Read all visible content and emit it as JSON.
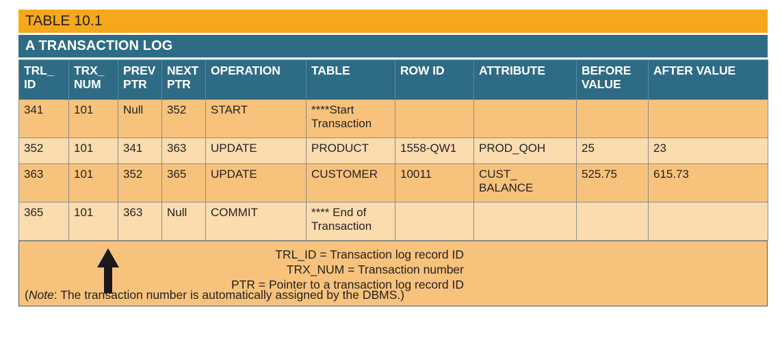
{
  "figure": {
    "table_number": "TABLE 10.1",
    "caption": "A TRANSACTION LOG",
    "colors": {
      "title_gold": "#F5A81C",
      "caption_teal": "#2E6B85",
      "header_teal": "#2E6B85",
      "row_dark": "#F7C37C",
      "row_light": "#FBDCAF",
      "text": "#231F20",
      "border": "#8a8a8a"
    }
  },
  "table": {
    "headers": [
      "TRL_\nID",
      "TRX_\nNUM",
      "PREV\nPTR",
      "NEXT\nPTR",
      "OPERATION",
      "TABLE",
      "ROW ID",
      "ATTRIBUTE",
      "BEFORE\nVALUE",
      "AFTER\nVALUE"
    ],
    "headers_flat": [
      "TRL_ ID",
      "TRX_ NUM",
      "PREV PTR",
      "NEXT PTR",
      "OPERATION",
      "TABLE",
      "ROW ID",
      "ATTRIBUTE",
      "BEFORE VALUE",
      "AFTER VALUE"
    ],
    "rows": [
      {
        "trl_id": "341",
        "trx_num": "101",
        "prev_ptr": "Null",
        "next_ptr": "352",
        "operation": "START",
        "table": "****Start Transaction",
        "row_id": "",
        "attribute": "",
        "before_value": "",
        "after_value": ""
      },
      {
        "trl_id": "352",
        "trx_num": "101",
        "prev_ptr": "341",
        "next_ptr": "363",
        "operation": "UPDATE",
        "table": "PRODUCT",
        "row_id": "1558-QW1",
        "attribute": "PROD_QOH",
        "before_value": "25",
        "after_value": "23"
      },
      {
        "trl_id": "363",
        "trx_num": "101",
        "prev_ptr": "352",
        "next_ptr": "365",
        "operation": "UPDATE",
        "table": "CUSTOMER",
        "row_id": "10011",
        "attribute": "CUST_ BALANCE",
        "before_value": "525.75",
        "after_value": "615.73"
      },
      {
        "trl_id": "365",
        "trx_num": "101",
        "prev_ptr": "363",
        "next_ptr": "Null",
        "operation": "COMMIT",
        "table": "**** End of Transaction",
        "row_id": "",
        "attribute": "",
        "before_value": "",
        "after_value": ""
      }
    ]
  },
  "footer": {
    "legend": [
      "TRL_ID = Transaction log record ID",
      "TRX_NUM = Transaction number",
      "PTR = Pointer to a transaction log record ID"
    ],
    "note_prefix": "(",
    "note_italic": "Note",
    "note_text": ": The transaction number is automatically assigned by the DBMS.)",
    "arrow": "up-arrow"
  }
}
